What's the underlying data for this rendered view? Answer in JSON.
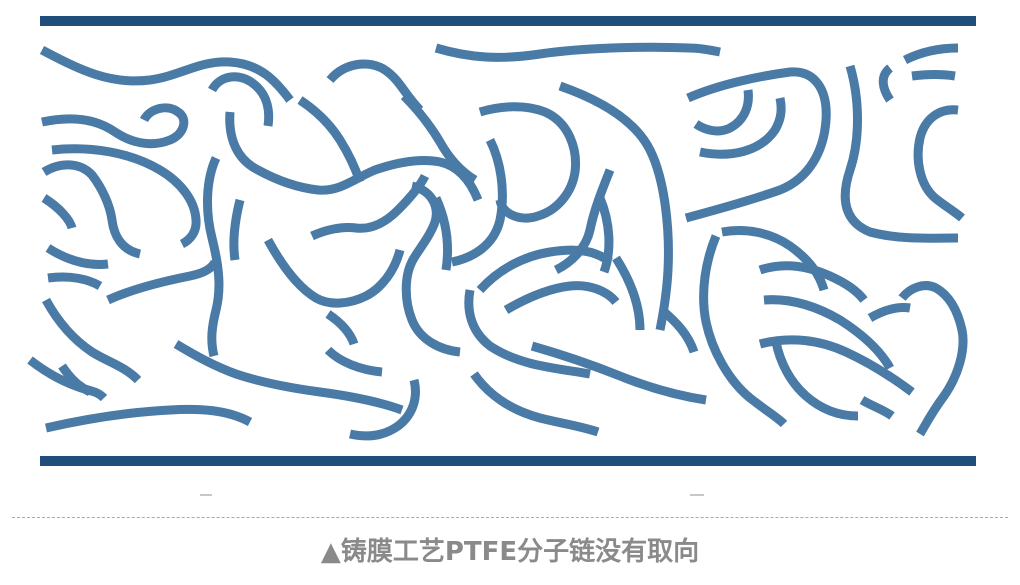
{
  "figure": {
    "subject": "PTFE molecular chains between two plates",
    "chain_color": "#4a7aa6",
    "plate_color": "#1f4e7a"
  },
  "caption": {
    "text": "▲铸膜工艺PTFE分子链没有取向",
    "color": "#8a8a8a"
  },
  "divider": {
    "style": "dashed",
    "color": "#a9a9a9"
  }
}
